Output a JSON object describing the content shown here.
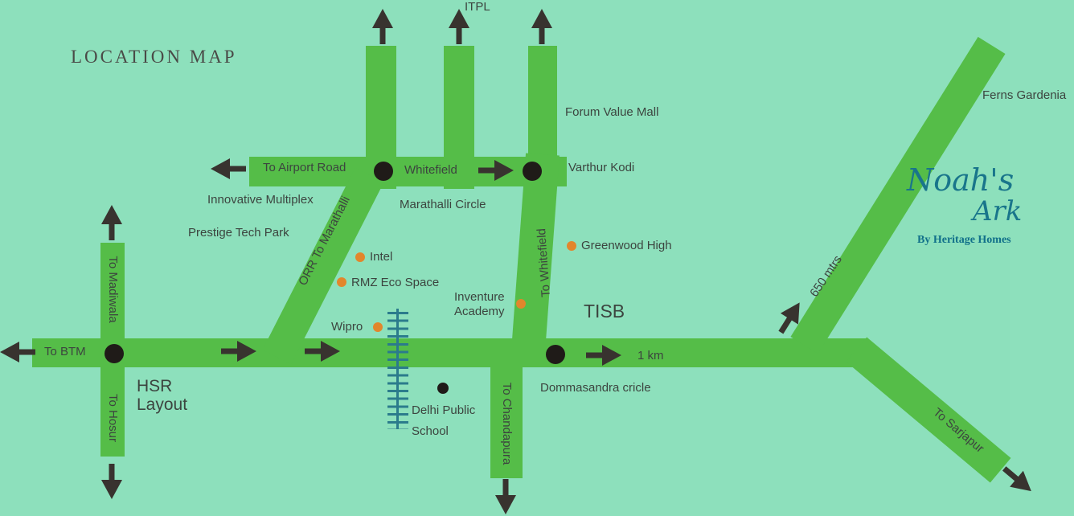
{
  "title": "LOCATION MAP",
  "branding": {
    "logo_line1": "Noah's",
    "logo_line2": "Ark",
    "tagline": "By Heritage Homes"
  },
  "roads": {
    "itpl": "ITPL",
    "to_airport_road": "To Airport Road",
    "whitefield": "Whitefield",
    "orr_to_marathalli": "ORR To Marathalli",
    "to_whitefield": "To Whitefield",
    "to_madiwala": "To Madiwala",
    "to_btm": "To BTM",
    "to_hosur": "To Hosur",
    "to_chandapura": "To Chandapura",
    "to_sarjapur": "To Sarjapur"
  },
  "places": {
    "forum_value_mall": "Forum Value Mall",
    "varthur_kodi": "Varthur Kodi",
    "innovative_multiplex": "Innovative Multiplex",
    "marathalli_circle": "Marathalli Circle",
    "prestige_tech_park": "Prestige Tech Park",
    "greenwood_high": "Greenwood High",
    "ferns_gardenia": "Ferns Gardenia",
    "intel": "Intel",
    "rmz_eco_space": "RMZ Eco Space",
    "inventure_line1": "Inventure",
    "inventure_line2": "Academy",
    "tisb": "TISB",
    "wipro": "Wipro",
    "hsr_line1": "HSR",
    "hsr_line2": "Layout",
    "delhi_public_line1": "Delhi Public",
    "delhi_public_line2": "School",
    "dommasandra": "Dommasandra cricle"
  },
  "distances": {
    "one_km": "1 km",
    "m650": "650 mtrs"
  },
  "colors": {
    "background": "#8de0bc",
    "road_green": "#55bd48",
    "railway_teal": "#2b7b8c",
    "logo_teal": "#19758b",
    "poi_orange": "#e2862c",
    "text_dark": "#3c443f",
    "arrow_dark": "#38332f",
    "junction_black": "#1f1b18"
  }
}
